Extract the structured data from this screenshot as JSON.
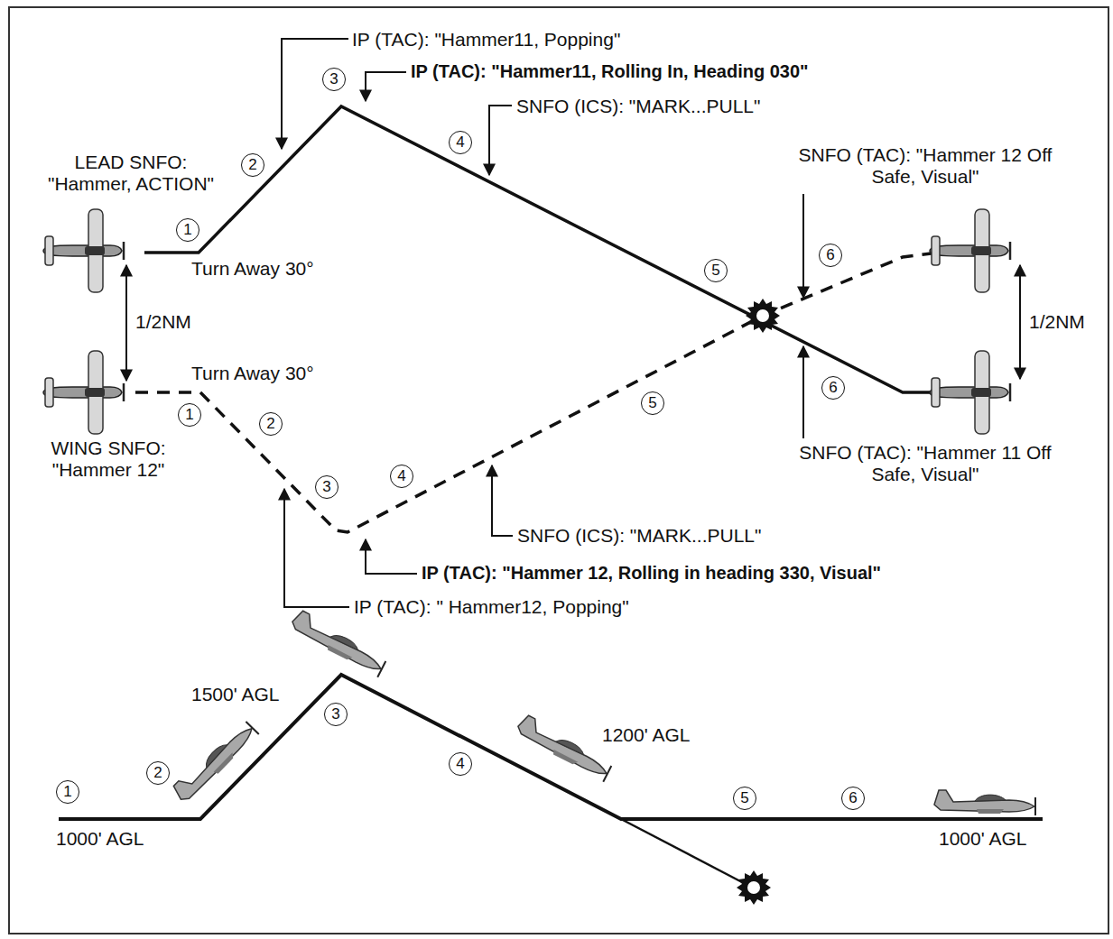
{
  "diagram": {
    "labels": [
      "IP (TAC): \"Hammer11, Popping\"",
      "IP (TAC): \"Hammer11, Rolling In, Heading 030\"",
      "3",
      "SNFO (ICS): \"MARK...PULL\"",
      "LEAD SNFO: \"Hammer, ACTION\"",
      "2",
      "4",
      "SNFO (TAC): \"Hammer 12 Off Safe, Visual\"",
      "1",
      "Turn Away 30°",
      "6",
      "5",
      "1/2NM",
      "1/2NM",
      "Turn Away 30°",
      "6",
      "5",
      "1",
      "2",
      "WING SNFO: \"Hammer 12\"",
      "SNFO (TAC): \"Hammer 11 Off Safe, Visual\"",
      "4",
      "3",
      "SNFO (ICS): \"MARK...PULL\"",
      "IP (TAC): \"Hammer 12, Rolling in heading 330, Visual\"",
      "IP (TAC): \" Hammer12, Popping\"",
      "1500' AGL",
      "3",
      "1200' AGL",
      "4",
      "2",
      "1",
      "5",
      "6",
      "1000' AGL",
      "1000' AGL"
    ]
  }
}
